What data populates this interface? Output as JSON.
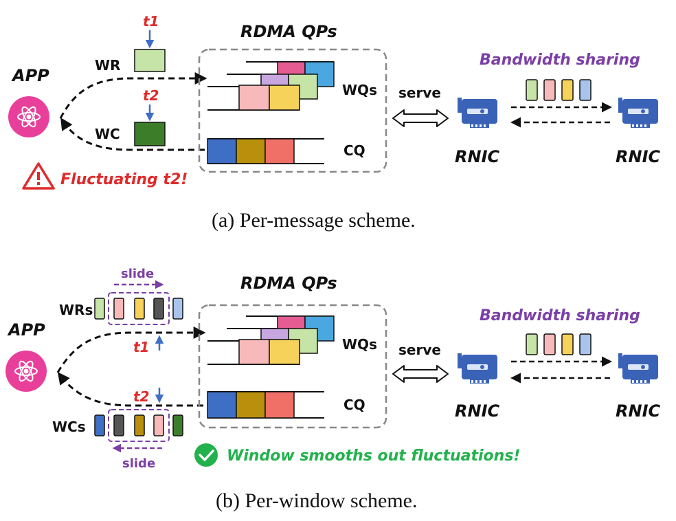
{
  "colors": {
    "app": "#e8409a",
    "rnic": "#3a63b8",
    "arrow_blue": "#3f6fc4",
    "red": "#e02a2a",
    "purple": "#7b3fa6",
    "green": "#22b14c",
    "cyan": "#4aa7e0",
    "pink": "#e55c93",
    "lavender": "#c8a6e0",
    "light_green": "#c6e3a8",
    "light_pink": "#f7b9b9",
    "yellow": "#f7d25a",
    "blue": "#3f6fc4",
    "olive": "#b8900c",
    "salmon": "#f07068",
    "dark_green": "#3c7d2a",
    "dark_gray": "#555555"
  },
  "icons": {
    "app": "atom-icon",
    "rnic": "network-card-icon",
    "warning": "warning-triangle-icon",
    "check": "check-circle-icon"
  },
  "panel_a": {
    "app_label": "APP",
    "wr_label": "WR",
    "wc_label": "WC",
    "t1_label": "t1",
    "t2_label": "t2",
    "qps_title": "RDMA QPs",
    "wqs_label": "WQs",
    "cq_label": "CQ",
    "serve_label": "serve",
    "bandwidth_label": "Bandwidth sharing",
    "rnic_left": "RNIC",
    "rnic_right": "RNIC",
    "warning_text": "Fluctuating t2!",
    "caption": "(a)  Per-message scheme."
  },
  "panel_b": {
    "app_label": "APP",
    "wrs_label": "WRs",
    "wcs_label": "WCs",
    "slide_top": "slide",
    "slide_bottom": "slide",
    "t1_label": "t1",
    "t2_label": "t2",
    "qps_title": "RDMA QPs",
    "wqs_label": "WQs",
    "cq_label": "CQ",
    "serve_label": "serve",
    "bandwidth_label": "Bandwidth sharing",
    "rnic_left": "RNIC",
    "rnic_right": "RNIC",
    "success_text": "Window smooths out fluctuations!",
    "caption": "(b)  Per-window scheme."
  }
}
